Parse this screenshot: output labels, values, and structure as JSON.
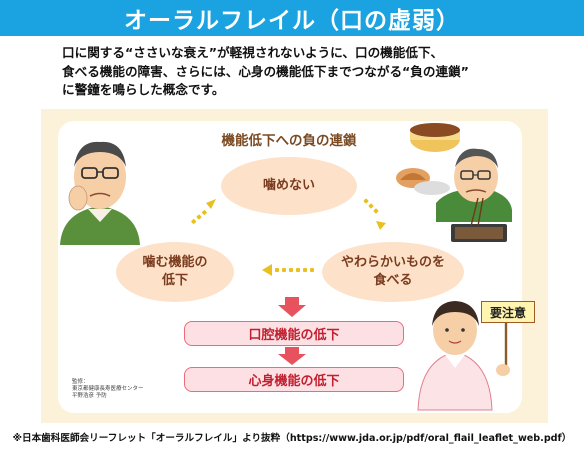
{
  "header": {
    "title": "オーラルフレイル（口の虚弱）"
  },
  "intro": {
    "lines": [
      "口に関する“ささいな衰え”が軽視されないように、口の機能低下、",
      "食べる機能の障害、さらには、心身の機能低下までつながる“負の連鎖”",
      "に警鐘を鳴らした概念です。"
    ]
  },
  "diagram": {
    "title": "機能低下への負の連鎖",
    "cycle": {
      "top": "噛めない",
      "right_line1": "やわらかいものを",
      "right_line2": "食べる",
      "left_line1": "噛む機能の",
      "left_line2": "低下"
    },
    "steps": [
      "口腔機能の低下",
      "心身機能の低下"
    ],
    "sign": "要注意",
    "credit": [
      "監修：",
      "東京都健康長寿医療センター",
      "平野浩彦 予防"
    ]
  },
  "footer": "※日本歯科医師会リーフレット「オーラルフレイル」より抜粋（https://www.jda.or.jp/pdf/oral_flail_leaflet_web.pdf）",
  "colors": {
    "header_bg": "#1aa3e0",
    "bubble_bg": "#fde2c9",
    "bar_bg": "#fde0e4",
    "bar_border": "#ea6c7a",
    "arrow": "#e8525f",
    "dots": "#e8c020",
    "illustration_bg": "#fcf1d9"
  }
}
